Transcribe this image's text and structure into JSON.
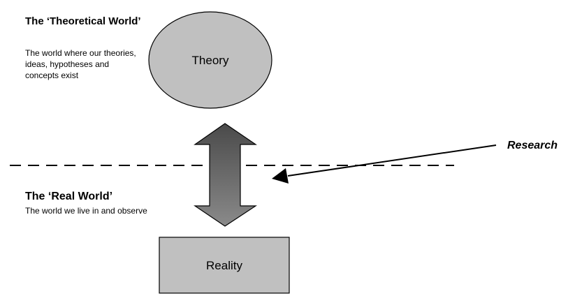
{
  "theoretical_world": {
    "heading": "The ‘Theoretical World’",
    "description": "The world where our theories, ideas, hypotheses and concepts exist"
  },
  "real_world": {
    "heading": "The ‘Real World’",
    "description": "The world we live in and observe"
  },
  "nodes": {
    "theory": "Theory",
    "reality": "Reality"
  },
  "research_label": "Research",
  "colors": {
    "ellipse_fill": "#c0c0c0",
    "box_fill": "#c0c0c0",
    "double_arrow_top": "#4a4a4a",
    "double_arrow_bottom": "#8a8a8a",
    "line": "#000000"
  }
}
